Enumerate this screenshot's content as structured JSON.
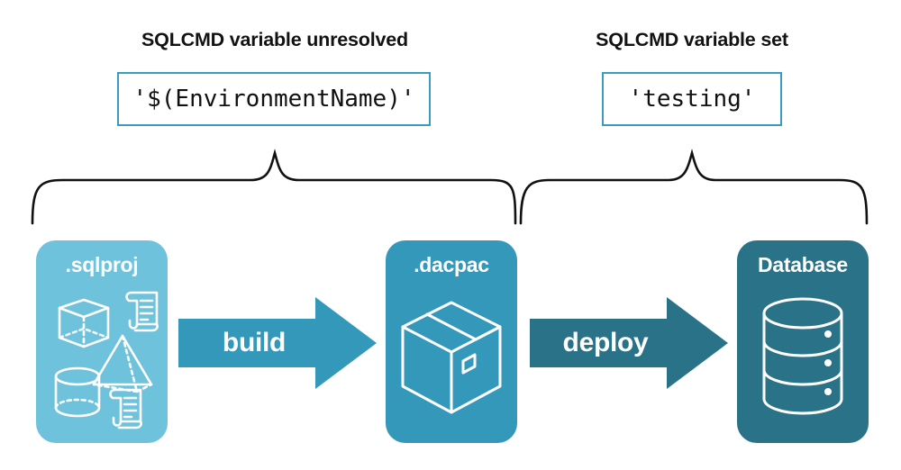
{
  "annotations": [
    {
      "id": "unresolved",
      "title": "SQLCMD variable unresolved",
      "value": "'$(EnvironmentName)'"
    },
    {
      "id": "set",
      "title": "SQLCMD variable set",
      "value": "'testing'"
    }
  ],
  "pipeline": {
    "panels": [
      {
        "id": "sqlproj",
        "label": ".sqlproj",
        "color": "#6fc2db",
        "icons": [
          "cube-icon",
          "pyramid-icon",
          "cylinder-icon",
          "script-scroll-icon",
          "script-scroll-icon"
        ]
      },
      {
        "id": "dacpac",
        "label": ".dacpac",
        "color": "#3498bb",
        "icons": [
          "package-box-icon"
        ]
      },
      {
        "id": "database",
        "label": "Database",
        "color": "#2a7288",
        "icons": [
          "database-cylinder-icon"
        ]
      }
    ],
    "arrows": [
      {
        "id": "build",
        "label": "build",
        "color": "#3498bb"
      },
      {
        "id": "deploy",
        "label": "deploy",
        "color": "#2a7288"
      }
    ]
  },
  "braces": [
    {
      "id": "brace-left",
      "stroke": "#111111"
    },
    {
      "id": "brace-right",
      "stroke": "#111111"
    }
  ],
  "colors": {
    "background": "#ffffff",
    "light_teal": "#6fc2db",
    "mid_teal": "#3498bb",
    "dark_teal": "#2a7288",
    "box_border": "#3a9dbf",
    "text_dark": "#121212",
    "text_light": "#ffffff"
  }
}
